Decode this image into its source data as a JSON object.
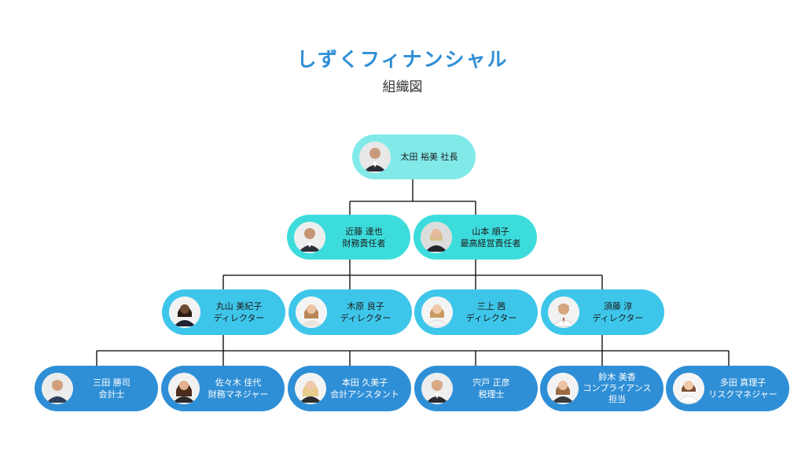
{
  "header": {
    "title": "しずくフィナンシャル",
    "subtitle": "組織図"
  },
  "colors": {
    "title": "#2f8fd6",
    "level0": "#82e9e9",
    "level1": "#3ddcdc",
    "level2": "#3ec6ea",
    "level3": "#2f8fd6",
    "line": "#000000"
  },
  "org": {
    "ceo": {
      "name": "太田 裕美 社長",
      "icon": "person-photo-icon"
    },
    "executives": [
      {
        "name": "近藤 達也",
        "role": "財務責任者",
        "icon": "person-photo-icon"
      },
      {
        "name": "山本 順子",
        "role": "最高経営責任者",
        "icon": "person-photo-icon"
      }
    ],
    "directors": [
      {
        "name": "丸山 美紀子",
        "role": "ディレクター",
        "icon": "person-photo-icon"
      },
      {
        "name": "木原 良子",
        "role": "ディレクター",
        "icon": "person-photo-icon"
      },
      {
        "name": "三上 茜",
        "role": "ディレクター",
        "icon": "person-photo-icon"
      },
      {
        "name": "須藤 淳",
        "role": "ディレクター",
        "icon": "person-photo-icon"
      }
    ],
    "staff": [
      {
        "name": "三田 勝司",
        "role": "会計士",
        "icon": "person-photo-icon"
      },
      {
        "name": "佐々木 佳代",
        "role": "財務マネジャー",
        "icon": "person-photo-icon"
      },
      {
        "name": "本田 久美子",
        "role": "会計アシスタント",
        "icon": "person-photo-icon"
      },
      {
        "name": "宍戸 正彦",
        "role": "税理士",
        "icon": "person-photo-icon"
      },
      {
        "name": "鈴木 美香",
        "role": "コンプライアンス",
        "role2": "担当",
        "icon": "person-photo-icon"
      },
      {
        "name": "多田 真理子",
        "role": "リスクマネジャー",
        "icon": "person-photo-icon"
      }
    ]
  }
}
